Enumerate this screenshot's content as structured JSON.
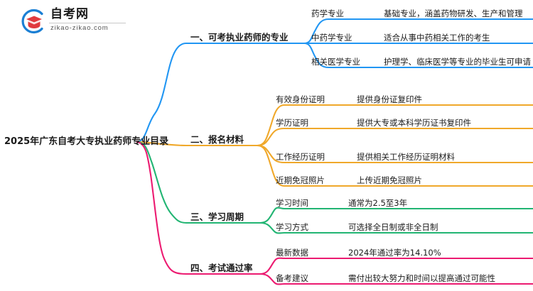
{
  "logo": {
    "brand": "自考网",
    "url": "zikao-zikao.com",
    "mark_icon": "graduation-book-logo",
    "arc_color": "#1a7fd4",
    "cap_color": "#e03a3e"
  },
  "mindmap": {
    "root": "2025年广东自考大专执业药师专业目录",
    "branches": [
      {
        "label": "一、可考执业药师的专业",
        "color": "#2196f3",
        "items": [
          {
            "topic": "药学专业",
            "detail": "基础专业，涵盖药物研发、生产和管理"
          },
          {
            "topic": "中药学专业",
            "detail": "适合从事中药相关工作的考生"
          },
          {
            "topic": "相关医学专业",
            "detail": "护理学、临床医学等专业的毕业生可申请"
          }
        ]
      },
      {
        "label": "二、报名材料",
        "color": "#f0a82a",
        "items": [
          {
            "topic": "有效身份证明",
            "detail": "提供身份证复印件"
          },
          {
            "topic": "学历证明",
            "detail": "提供大专或本科学历证书复印件"
          },
          {
            "topic": "工作经历证明",
            "detail": "提供相关工作经历证明材料"
          },
          {
            "topic": "近期免冠照片",
            "detail": "上传近期免冠照片"
          }
        ]
      },
      {
        "label": "三、学习周期",
        "color": "#22b573",
        "items": [
          {
            "topic": "学习时间",
            "detail": "通常为2.5至3年"
          },
          {
            "topic": "学习方式",
            "detail": "可选择全日制或非全日制"
          }
        ]
      },
      {
        "label": "四、考试通过率",
        "color": "#ec1b71",
        "items": [
          {
            "topic": "最新数据",
            "detail": "2024年通过率为14.10%"
          },
          {
            "topic": "备考建议",
            "detail": "需付出较大努力和时间以提高通过可能性"
          }
        ]
      }
    ]
  }
}
